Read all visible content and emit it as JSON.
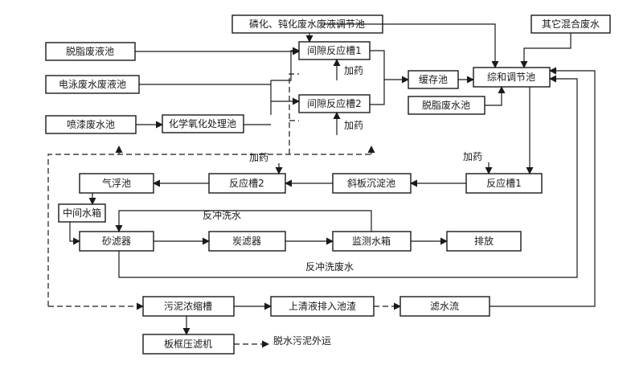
{
  "nodes": {
    "phosphating_pool": "磷化、钝化废水废液调节池",
    "other_mixed": "其它混合废水",
    "degrease_liquid_pool": "脱脂废液池",
    "intermittent_tank_1": "间隙反应槽1",
    "dosing_1": "加药",
    "electrophoresis_pool": "电泳废水废液池",
    "intermittent_tank_2": "间隙反应槽2",
    "storage_pool": "缓存池",
    "equalization_pool": "综和调节池",
    "degrease_water_pool": "脱脂废水池",
    "spray_paint_pool": "喷漆废水池",
    "chem_oxidation_pool": "化学氧化处理池",
    "dosing_2": "加药",
    "dosing_3": "加药",
    "dosing_4": "加药",
    "air_flotation": "气浮池",
    "reaction_tank_2": "反应槽2",
    "inclined_settler": "斜板沉淀池",
    "reaction_tank_1": "反应槽1",
    "intermediate_tank": "中间水箱",
    "backwash_water": "反冲洗水",
    "sand_filter": "砂滤器",
    "carbon_filter": "炭滤器",
    "monitor_tank": "监测水箱",
    "discharge": "排放",
    "backwash_waste": "反冲洗废水",
    "sludge_thickener": "污泥浓缩槽",
    "supernatant": "上清液排入池渣",
    "filtrate": "滤水流",
    "filter_press": "板框压滤机",
    "sludge_out": "脱水污泥外运"
  }
}
